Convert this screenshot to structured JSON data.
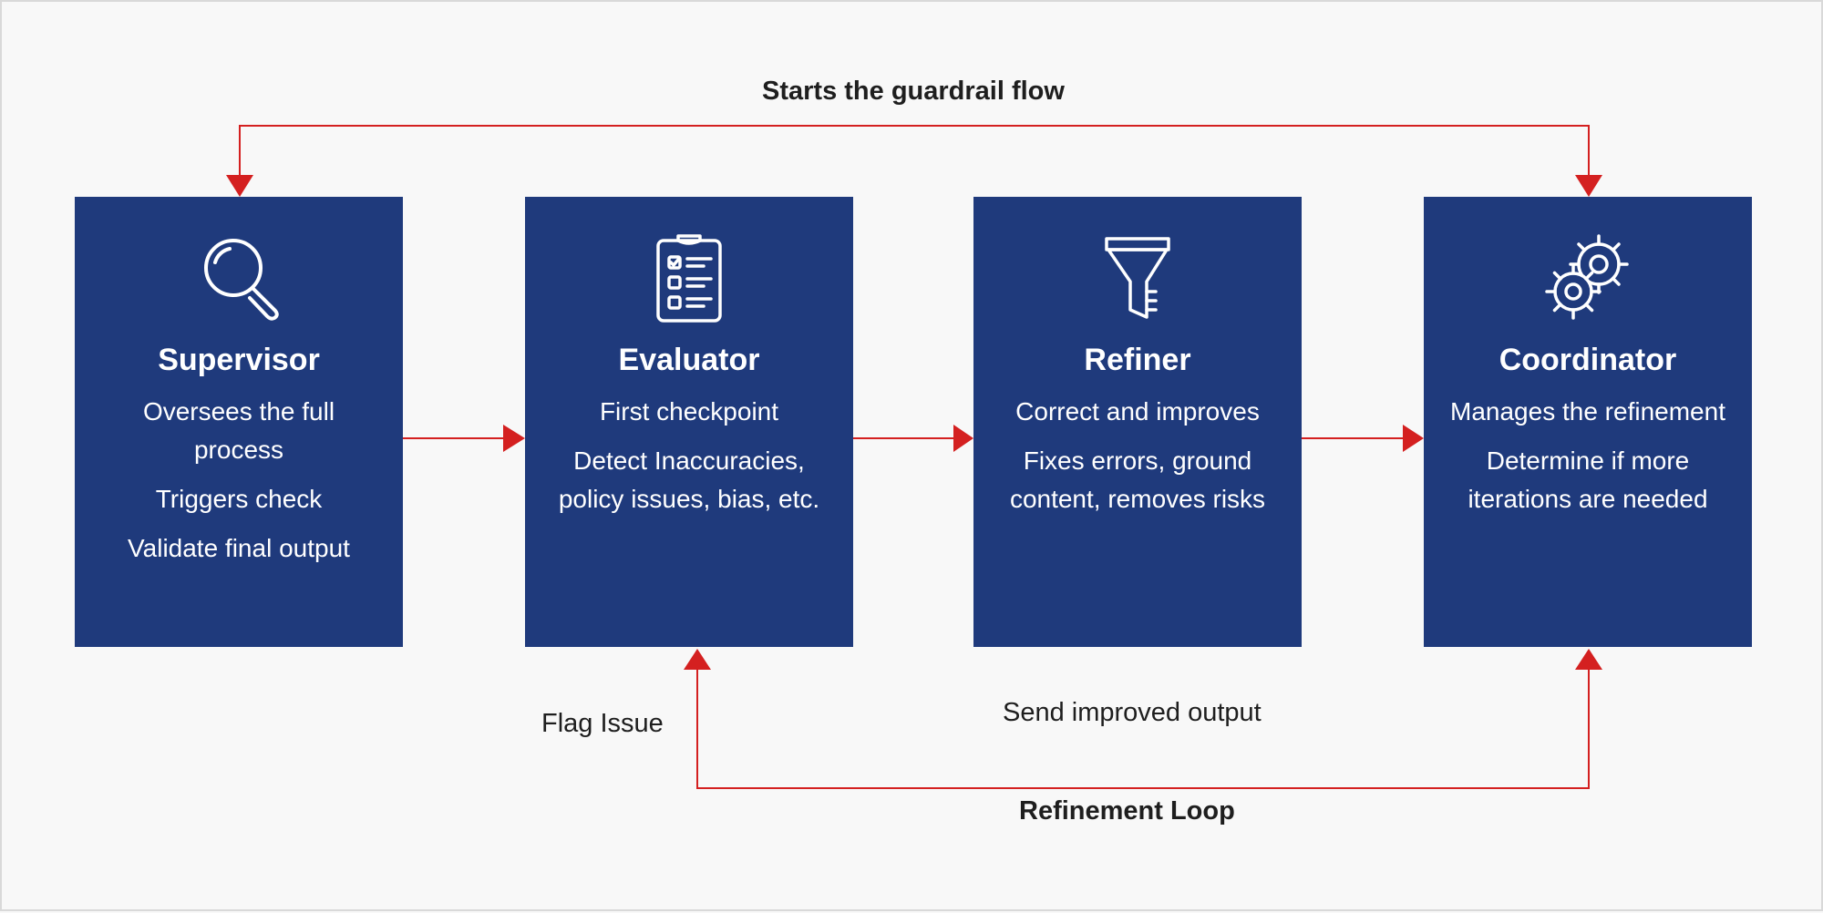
{
  "flow": {
    "top_label": "Starts the guardrail flow",
    "bottom_label": "Refinement Loop",
    "flag_label": "Flag Issue",
    "send_label": "Send improved output"
  },
  "boxes": [
    {
      "icon": "magnifier-icon",
      "title": "Supervisor",
      "lines": [
        "Oversees the full process",
        "Triggers check",
        "Validate final output"
      ]
    },
    {
      "icon": "clipboard-checklist-icon",
      "title": "Evaluator",
      "lines": [
        "First checkpoint",
        "Detect Inaccuracies, policy issues, bias, etc."
      ]
    },
    {
      "icon": "funnel-icon",
      "title": "Refiner",
      "lines": [
        "Correct and improves",
        "Fixes errors, ground content, removes risks"
      ]
    },
    {
      "icon": "gears-icon",
      "title": "Coordinator",
      "lines": [
        "Manages the refinement",
        "Determine if more iterations are needed"
      ]
    }
  ],
  "colors": {
    "box_fill": "#1f3a7c",
    "arrow": "#d42020",
    "background": "#f8f8f8",
    "text": "#1e1e1e"
  }
}
